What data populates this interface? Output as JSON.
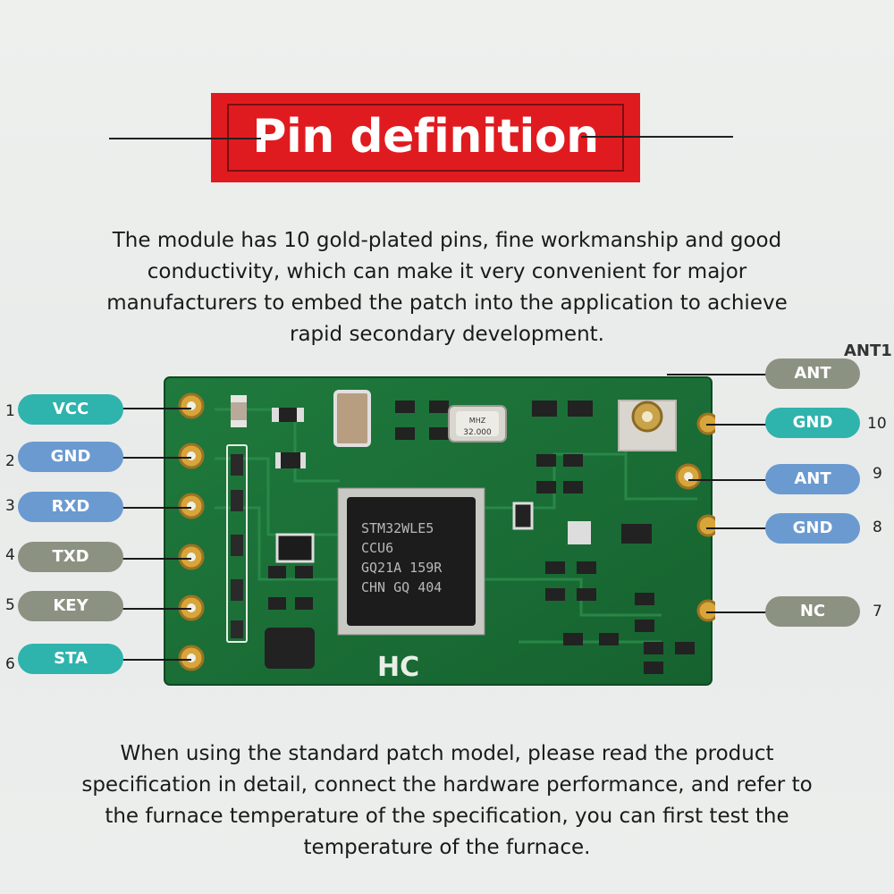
{
  "title": "Pin definition",
  "intro_text": [
    "The module has 10 gold-plated pins, fine workmanship and good",
    "conductivity, which can make it very convenient for major",
    "manufacturers to embed the patch into the application to achieve",
    "rapid secondary development."
  ],
  "footer_text": [
    "When using the standard patch model, please read the product",
    "specification in detail, connect the hardware performance, and refer to",
    "the furnace temperature of the specification, you can first test the",
    "temperature of the furnace."
  ],
  "antenna_label": "ANT1",
  "chip": {
    "lines": [
      "STM32WLE5",
      "CCU6",
      "GQ21A 159R",
      "CHN GQ 404"
    ]
  },
  "crystal": {
    "lines": [
      "32.000",
      "MHZ"
    ]
  },
  "board_logo": "HC",
  "left_pins": [
    {
      "num": "1",
      "label": "VCC",
      "color": "#2fb3ad"
    },
    {
      "num": "2",
      "label": "GND",
      "color": "#6a9ad0"
    },
    {
      "num": "3",
      "label": "RXD",
      "color": "#6a9ad0"
    },
    {
      "num": "4",
      "label": "TXD",
      "color": "#8c9282"
    },
    {
      "num": "5",
      "label": "KEY",
      "color": "#8c9282"
    },
    {
      "num": "6",
      "label": "STA",
      "color": "#2fb3ad"
    }
  ],
  "right_pins": [
    {
      "num": "",
      "label": "ANT",
      "color": "#8c9282"
    },
    {
      "num": "10",
      "label": "GND",
      "color": "#2fb3ad"
    },
    {
      "num": "9",
      "label": "ANT",
      "color": "#6a9ad0"
    },
    {
      "num": "8",
      "label": "GND",
      "color": "#6a9ad0"
    },
    {
      "num": "7",
      "label": "NC",
      "color": "#8c9282"
    }
  ]
}
